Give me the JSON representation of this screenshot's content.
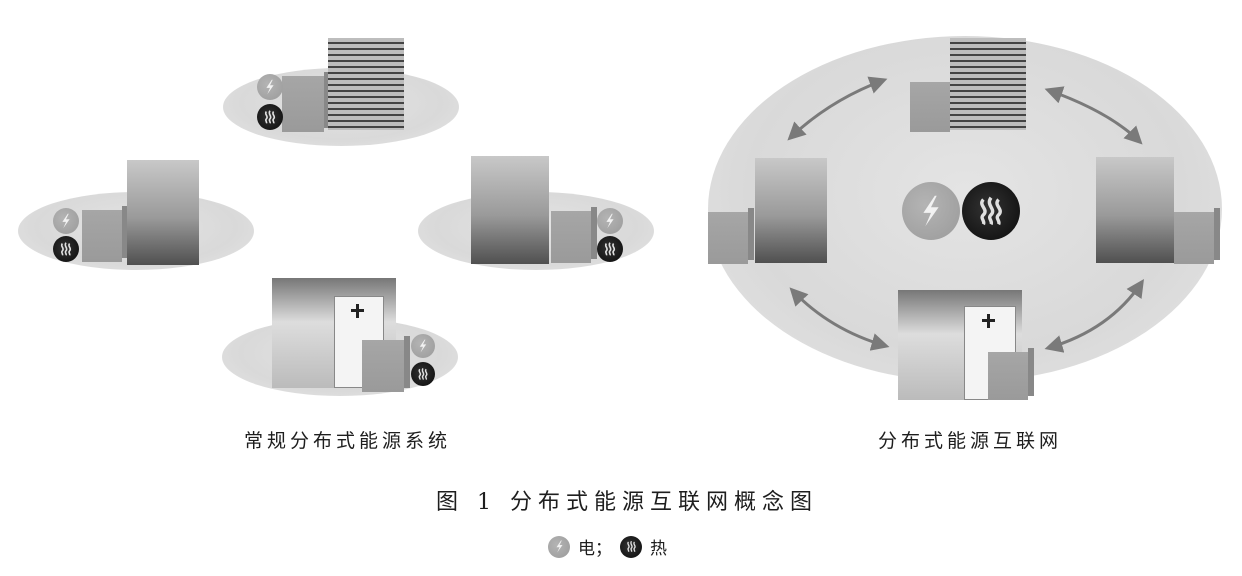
{
  "left_panel": {
    "label": "常规分布式能源系统",
    "nodes": [
      {
        "name": "residential-tower",
        "icons": [
          "electricity",
          "heat"
        ]
      },
      {
        "name": "office-tower-left",
        "icons": [
          "electricity",
          "heat"
        ]
      },
      {
        "name": "office-tower-right",
        "icons": [
          "electricity",
          "heat"
        ]
      },
      {
        "name": "hospital",
        "icons": [
          "electricity",
          "heat"
        ]
      }
    ]
  },
  "right_panel": {
    "label": "分布式能源互联网",
    "center_icons": [
      "electricity",
      "heat"
    ],
    "nodes": [
      "residential-tower",
      "office-tower-left",
      "office-tower-right",
      "hospital"
    ],
    "connections": "bidirectional arrows between adjacent nodes"
  },
  "caption": "图 1  分布式能源互联网概念图",
  "legend": {
    "electricity_label": "电；",
    "heat_label": "热"
  },
  "colors": {
    "plate": "#dcdcdc",
    "cube_front": "#a0a0a0",
    "bolt_circle": "#a8a8a8",
    "heat_circle": "#111111",
    "arrow": "#7a7a7a"
  }
}
